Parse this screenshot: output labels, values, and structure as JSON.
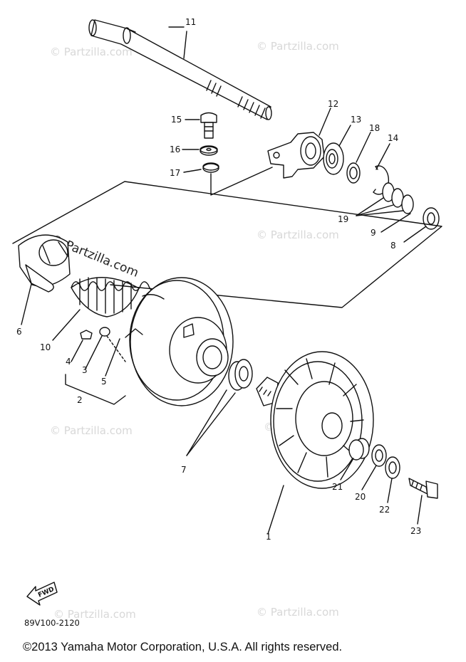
{
  "watermark": {
    "text": "© Partzilla.com",
    "prominent_text": "© Partzilla.com"
  },
  "callouts": [
    "1",
    "2",
    "3",
    "4",
    "5",
    "6",
    "7",
    "8",
    "9",
    "10",
    "11",
    "12",
    "13",
    "14",
    "15",
    "16",
    "17",
    "18",
    "19",
    "20",
    "21",
    "22",
    "23"
  ],
  "direction_label": "FWD",
  "diagram_code": "89V100-2120",
  "copyright": "©2013  Yamaha Motor Corporation, U.S.A. All rights reserved."
}
